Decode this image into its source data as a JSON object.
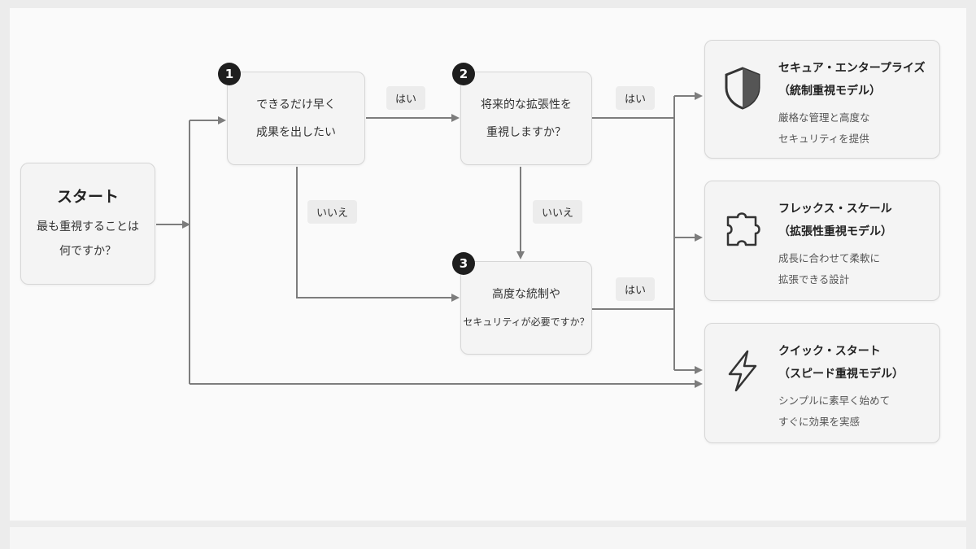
{
  "start": {
    "title": "スタート",
    "line1": "最も重視することは",
    "line2": "何ですか？"
  },
  "questions": [
    {
      "number": "1",
      "line1": "できるだけ早く",
      "line2": "成果を出したい"
    },
    {
      "number": "2",
      "line1": "将来的な拡張性を",
      "line2": "重視しますか？"
    },
    {
      "number": "3",
      "line1": "高度な統制や",
      "line2": "セキュリティが必要ですか？"
    }
  ],
  "labels": {
    "yes_1_2": "はい",
    "yes_2_r1": "はい",
    "yes_3_r1": "はい",
    "no_1_3": "いいえ",
    "no_2_3": "いいえ"
  },
  "results": [
    {
      "icon": "shield-icon",
      "title1": "セキュア・エンタープライズ",
      "title2": "（統制重視モデル）",
      "desc1": "厳格な管理と高度な",
      "desc2": "セキュリティを提供"
    },
    {
      "icon": "puzzle-icon",
      "title1": "フレックス・スケール",
      "title2": "（拡張性重視モデル）",
      "desc1": "成長に合わせて柔軟に",
      "desc2": "拡張できる設計"
    },
    {
      "icon": "lightning-icon",
      "title1": "クイック・スタート",
      "title2": "（スピード重視モデル）",
      "desc1": "シンプルに素早く始めて",
      "desc2": "すぐに効果を実感"
    }
  ],
  "colors": {
    "line": "#7d7d7d",
    "box": "#f4f4f4",
    "badge": "#1e1e1e"
  }
}
